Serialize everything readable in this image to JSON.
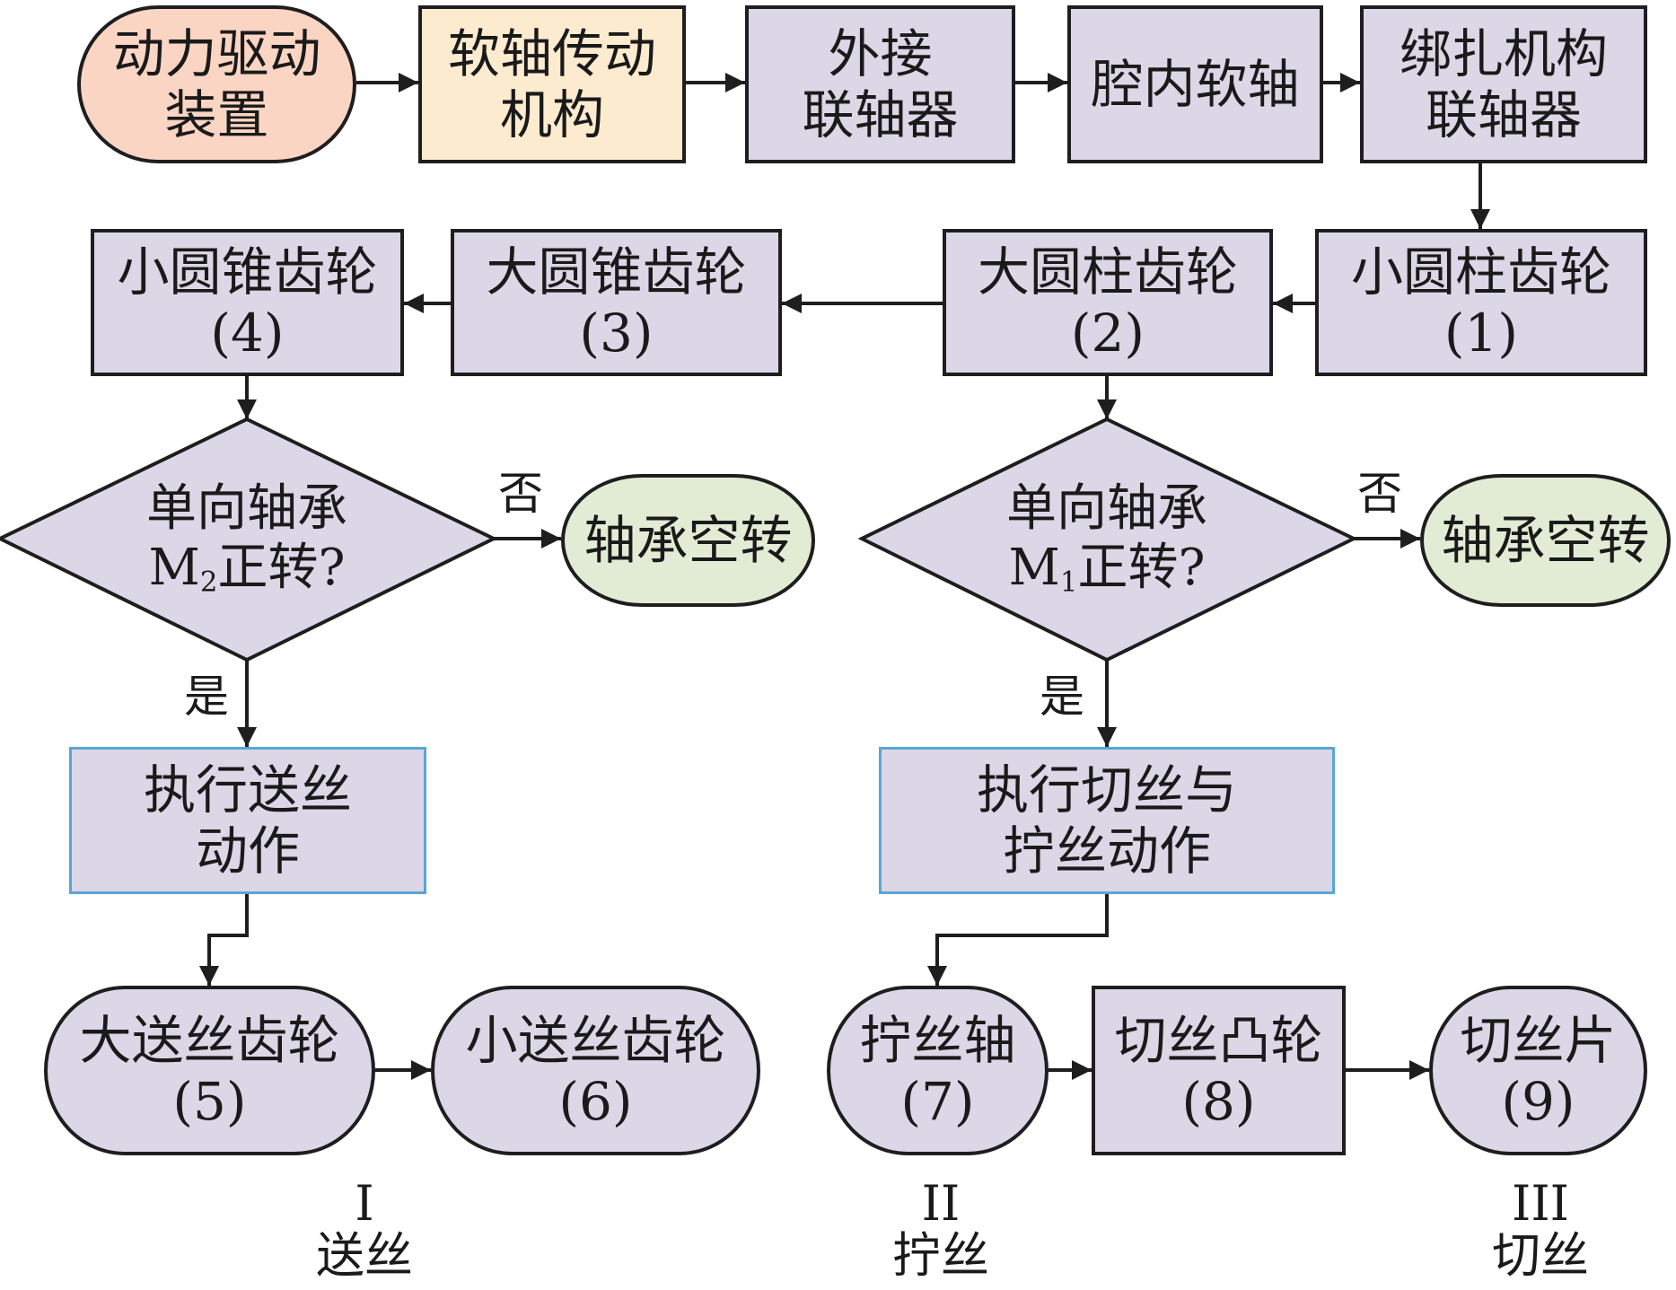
{
  "top_row": [
    {
      "line1": "动力驱动",
      "line2": "装置"
    },
    {
      "line1": "软轴传动",
      "line2": "机构"
    },
    {
      "line1": "外接",
      "line2": "联轴器"
    },
    {
      "line1": "腔内软轴",
      "line2": ""
    },
    {
      "line1": "绑扎机构",
      "line2": "联轴器"
    }
  ],
  "gear_row": [
    {
      "name": "小圆锥齿轮",
      "num": "(4)"
    },
    {
      "name": "大圆锥齿轮",
      "num": "(3)"
    },
    {
      "name": "大圆柱齿轮",
      "num": "(2)"
    },
    {
      "name": "小圆柱齿轮",
      "num": "(1)"
    }
  ],
  "decisions": {
    "left": {
      "line1": "单向轴承",
      "m": "M",
      "sub": "2",
      "rest": "正转?",
      "no_label": "否",
      "yes_label": "是",
      "no_result": "轴承空转"
    },
    "right": {
      "line1": "单向轴承",
      "m": "M",
      "sub": "1",
      "rest": "正转?",
      "no_label": "否",
      "yes_label": "是",
      "no_result": "轴承空转"
    }
  },
  "actions": {
    "left": {
      "line1": "执行送丝",
      "line2": "动作"
    },
    "right": {
      "line1": "执行切丝与",
      "line2": "拧丝动作"
    }
  },
  "bottom_row": [
    {
      "name": "大送丝齿轮",
      "num": "(5)"
    },
    {
      "name": "小送丝齿轮",
      "num": "(6)"
    },
    {
      "name": "拧丝轴",
      "num": "(7)"
    },
    {
      "name": "切丝凸轮",
      "num": "(8)"
    },
    {
      "name": "切丝片",
      "num": "(9)"
    }
  ],
  "stages": [
    {
      "roman": "I",
      "label": "送丝"
    },
    {
      "roman": "II",
      "label": "拧丝"
    },
    {
      "roman": "III",
      "label": "切丝"
    }
  ],
  "colors": {
    "power": "#fbd5c4",
    "transmission": "#fdebd0",
    "component": "#dcd7e6",
    "idle": "#e2ecd5",
    "action_border": "#5aa6d2",
    "stroke": "#1e1e1e"
  }
}
